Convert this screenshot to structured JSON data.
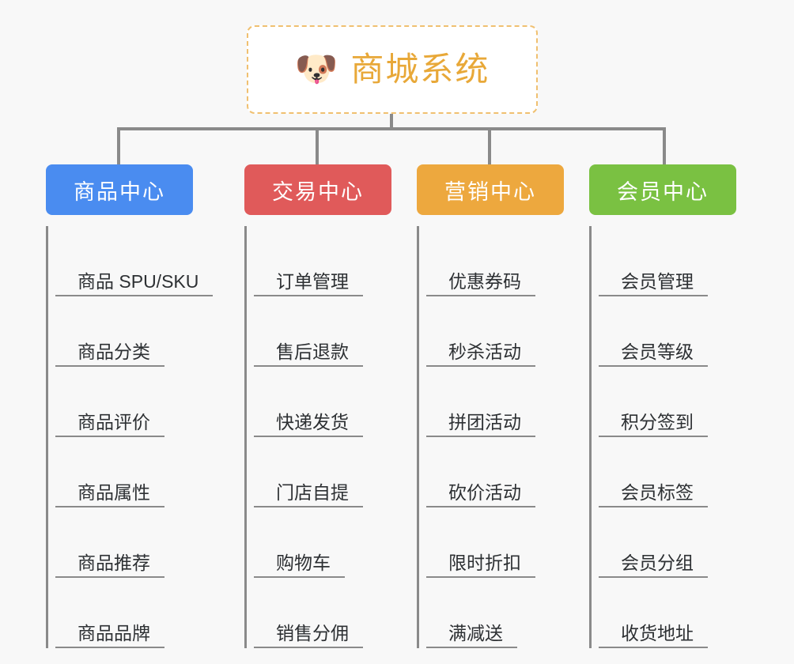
{
  "root": {
    "icon": "dog-face-emoji",
    "emoji": "🐶",
    "title": "商城系统",
    "border_color": "#f0c070",
    "text_color": "#e8a838"
  },
  "connector_color": "#8a8a8a",
  "background_color": "#f8f8f8",
  "columns": [
    {
      "title": "商品中心",
      "color": "#4a8cf0",
      "items": [
        "商品 SPU/SKU",
        "商品分类",
        "商品评价",
        "商品属性",
        "商品推荐",
        "商品品牌"
      ]
    },
    {
      "title": "交易中心",
      "color": "#e05a5a",
      "items": [
        "订单管理",
        "售后退款",
        "快递发货",
        "门店自提",
        "购物车",
        "销售分佣"
      ]
    },
    {
      "title": "营销中心",
      "color": "#eda83e",
      "items": [
        "优惠券码",
        "秒杀活动",
        "拼团活动",
        "砍价活动",
        "限时折扣",
        "满减送"
      ]
    },
    {
      "title": "会员中心",
      "color": "#7ac142",
      "items": [
        "会员管理",
        "会员等级",
        "积分签到",
        "会员标签",
        "会员分组",
        "收货地址"
      ]
    }
  ]
}
